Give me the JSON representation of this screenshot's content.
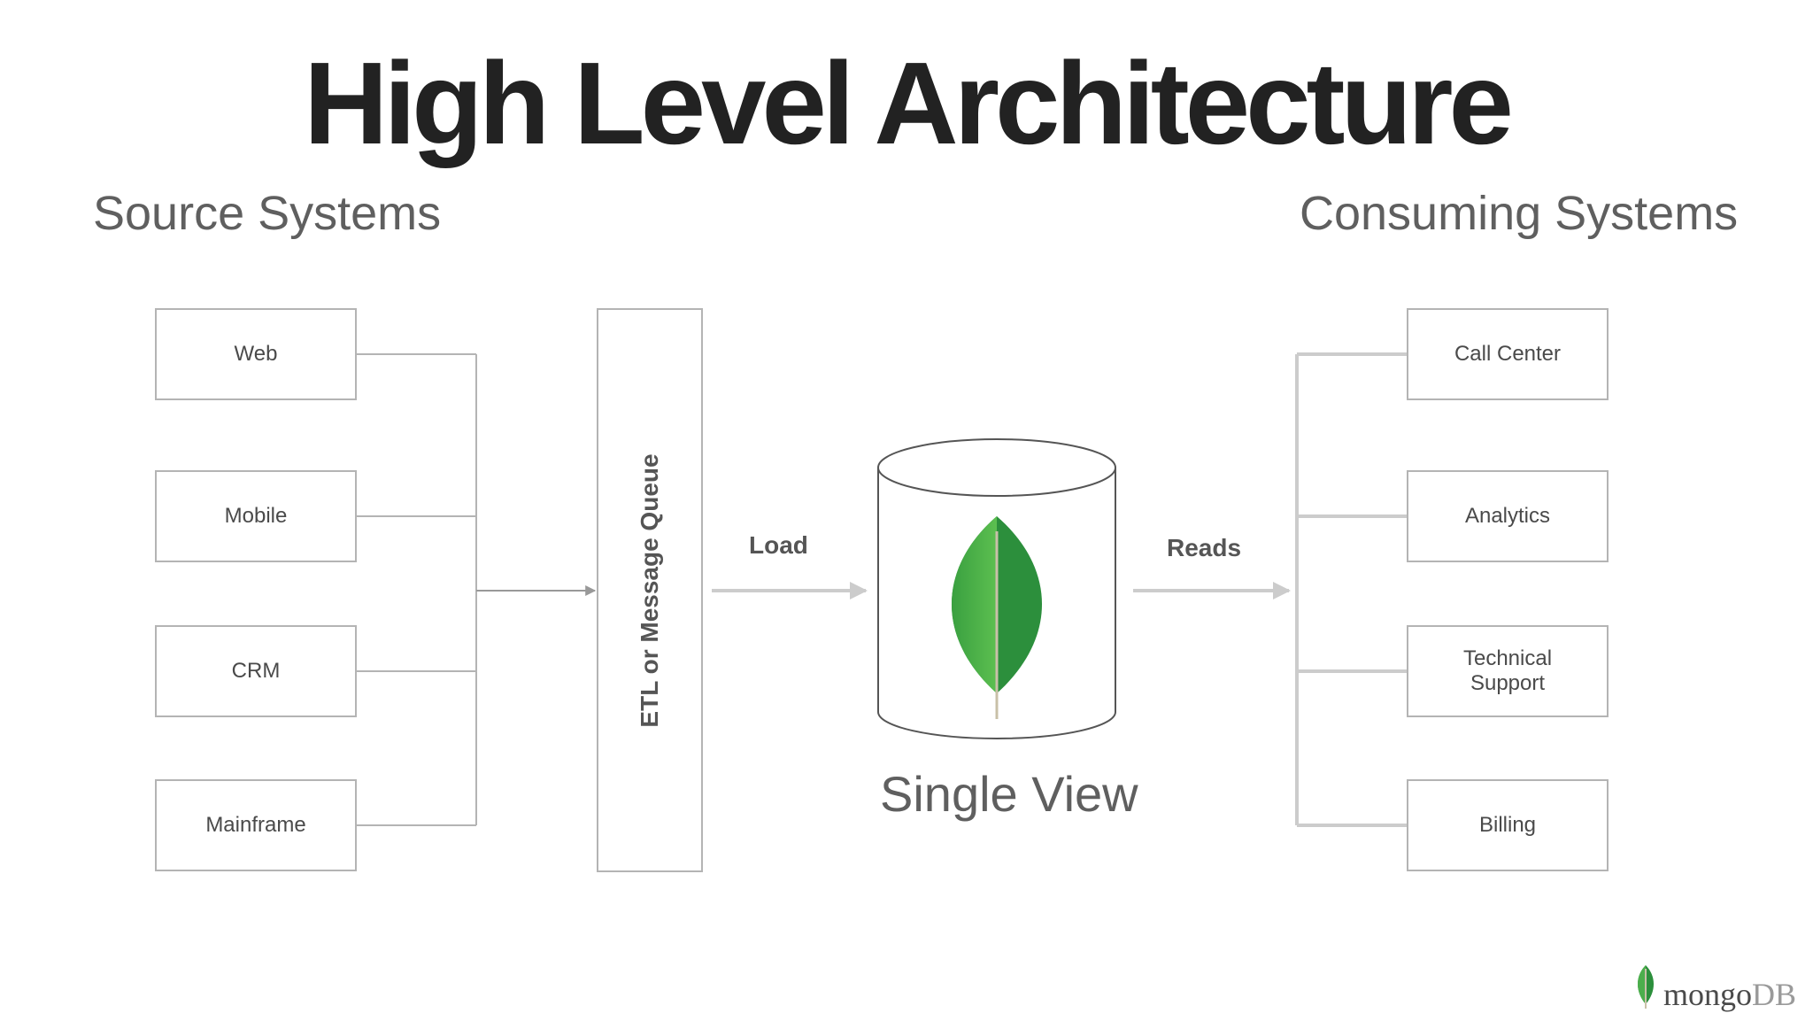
{
  "title": "High Level Architecture",
  "sections": {
    "source": "Source Systems",
    "consuming": "Consuming Systems"
  },
  "sources": [
    "Web",
    "Mobile",
    "CRM",
    "Mainframe"
  ],
  "etl_label": "ETL or Message Queue",
  "flows": {
    "load": "Load",
    "reads": "Reads"
  },
  "database": {
    "label": "Single View",
    "icon": "mongodb-leaf-icon"
  },
  "consumers": [
    "Call Center",
    "Analytics",
    "Technical Support",
    "Billing"
  ],
  "brand": {
    "icon": "mongodb-leaf-icon",
    "name_main": "mongo",
    "name_accent": "DB"
  },
  "colors": {
    "leaf_dark": "#2c8f3c",
    "leaf_light": "#4cae4c",
    "border": "#b4b4b4",
    "arrow": "#cccccc",
    "title": "#222222"
  }
}
